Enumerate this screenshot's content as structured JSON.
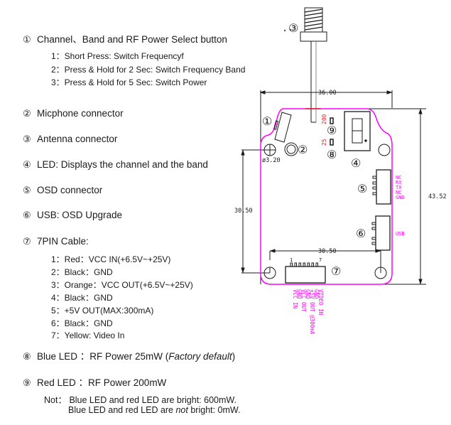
{
  "items": [
    {
      "num": "①",
      "label": "Channel、Band and RF Power Select button",
      "sub": [
        "1：Short Press: Switch Frequencyf",
        "2：Press & Hold for 2 Sec: Switch Frequency Band",
        "3：Press & Hold for 5 Sec: Switch Power"
      ]
    },
    {
      "num": "②",
      "label": "Micphone connector"
    },
    {
      "num": "③",
      "label": "Antenna connector"
    },
    {
      "num": "④",
      "label": "LED: Displays the channel and the band"
    },
    {
      "num": "⑤",
      "label": "OSD connector"
    },
    {
      "num": "⑥",
      "label": "USB: OSD Upgrade"
    },
    {
      "num": "⑦",
      "label": "7PIN Cable:",
      "sub": [
        "1：Red：VCC IN(+6.5V~+25V)",
        "2：Black：GND",
        "3：Orange：VCC OUT(+6.5V~+25V)",
        "4：Black：GND",
        "5：+5V OUT(MAX:300mA)",
        "6：Black：GND",
        "7：Yellow: Video In"
      ]
    },
    {
      "num": "⑧",
      "label_pre": "Blue LED ：RF Power 25mW (",
      "label_italic": "Factory default",
      "label_post": ")"
    },
    {
      "num": "⑨",
      "label": "Red LED ：RF Power 200mW"
    }
  ],
  "note": {
    "prefix": "Not：",
    "line1": "Blue LED and red LED are bright: 600mW.",
    "line2_pre": "Blue LED and red LED are ",
    "line2_italic": "not",
    "line2_post": " bright: 0mW."
  },
  "diagram": {
    "dims": {
      "width_top": "36.00",
      "height_right": "43.52",
      "height_left": "30.50",
      "width_inner": "30.50",
      "hole_dia": "ø3.20"
    },
    "callouts": {
      "c1": "①",
      "c2": "②",
      "c3": "③",
      "c4": "④",
      "c5": "⑤",
      "c6": "⑥",
      "c7": "⑦",
      "c8": "⑧",
      "c9": "⑨"
    },
    "led_labels": {
      "red": "200",
      "blue": "25"
    },
    "osd_pins": [
      "NC",
      "RX",
      "TX",
      "NC",
      "GND"
    ],
    "usb_label": "USB",
    "cable_pin_numbers": {
      "first": "1",
      "last": "7"
    },
    "cable_pins": [
      "VIDEO IN",
      "GND",
      "+5V OUT @300mA",
      "GND",
      "VCC OUT",
      "GND",
      "VCC IN"
    ],
    "colors": {
      "board_outline": "#ff00ff",
      "label": "#ff00ff",
      "led_text": "#ff2020",
      "line": "#1a1a1a"
    }
  }
}
